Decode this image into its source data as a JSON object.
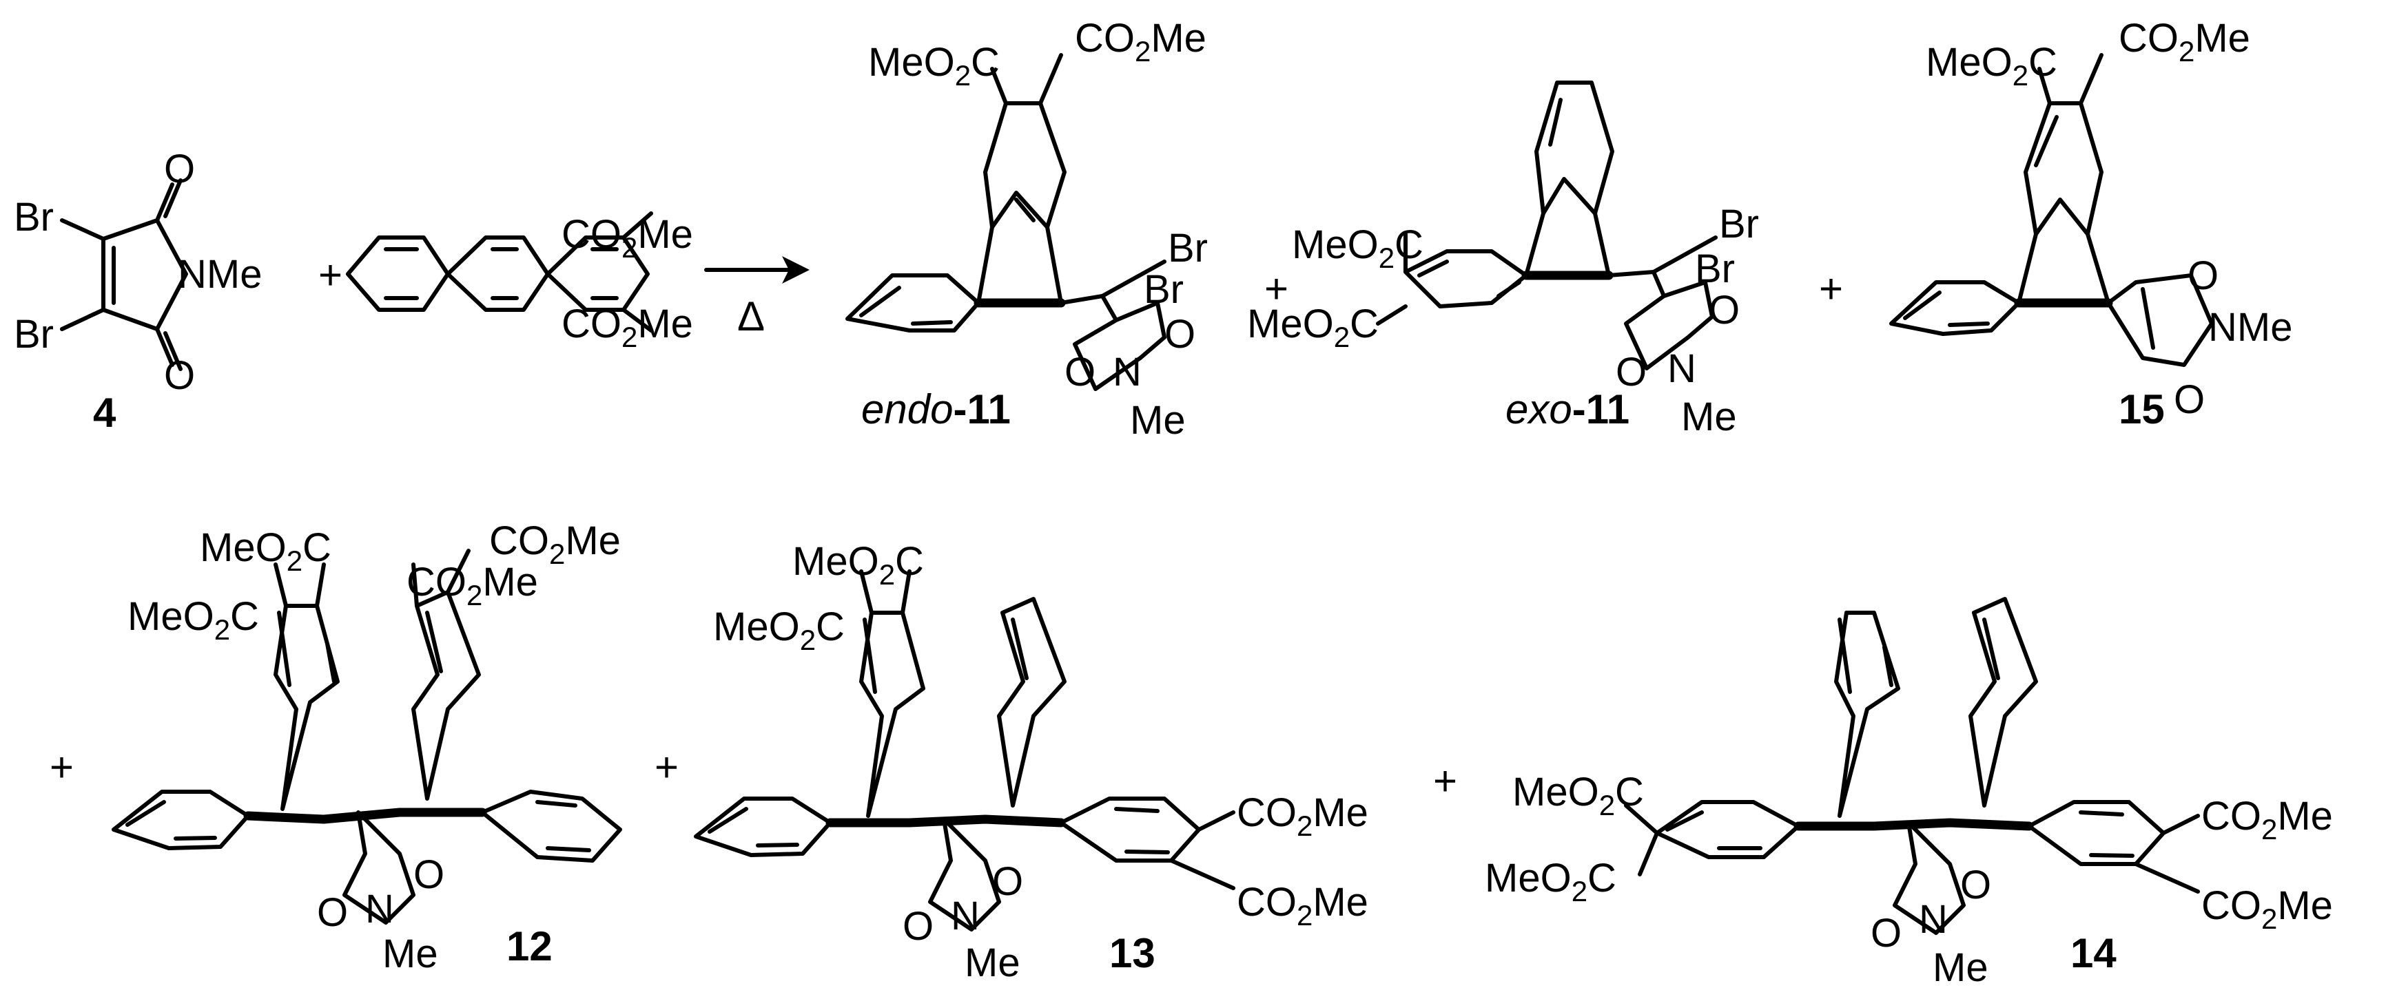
{
  "atom_labels": {
    "br": "Br",
    "o": "O",
    "n": "N",
    "nme": "NMe",
    "me": "Me",
    "ester_right": "CO2Me",
    "ester_left": "MeO2C"
  },
  "compounds": {
    "c4": "4",
    "endo11_prefix": "endo",
    "endo11_suffix": "-11",
    "exo11_prefix": "exo",
    "exo11_suffix": "-11",
    "c15": "15",
    "c12": "12",
    "c13": "13",
    "c14": "14"
  },
  "symbols": {
    "plus": "+",
    "heat": "Δ"
  },
  "colors": {
    "ink": "#000000",
    "background": "#ffffff"
  }
}
